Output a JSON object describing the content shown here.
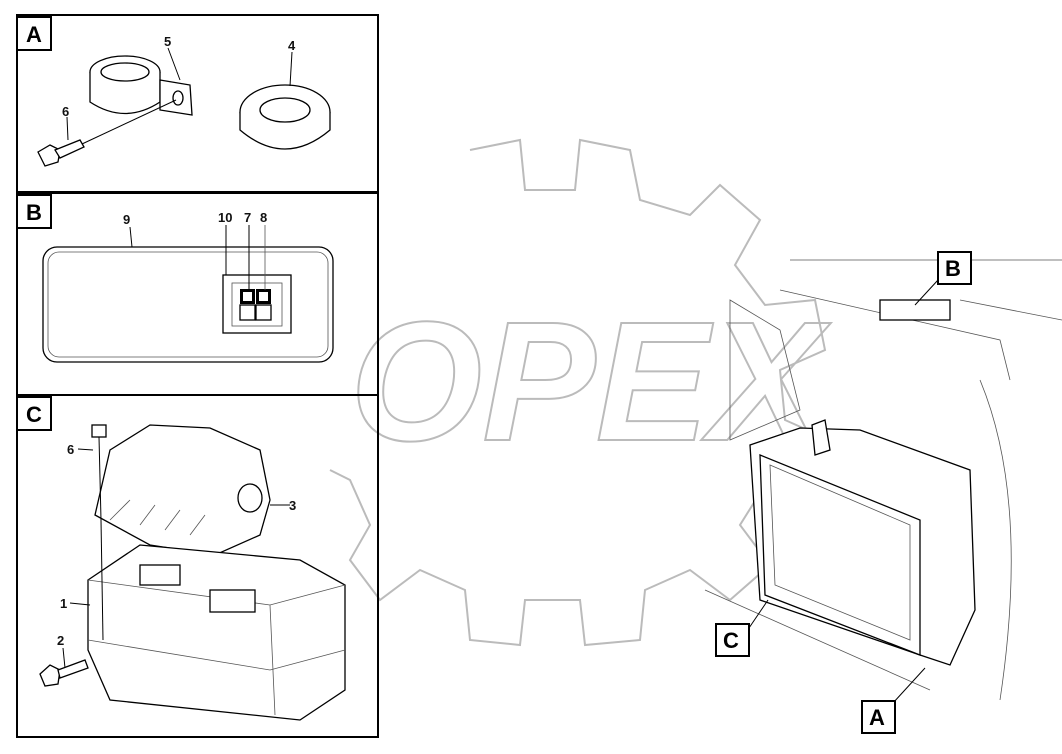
{
  "watermark": {
    "text": "OPEX",
    "color": "#bbbbbb"
  },
  "panels": [
    {
      "label": "A",
      "callouts": [
        "5",
        "4",
        "6"
      ]
    },
    {
      "label": "B",
      "callouts": [
        "9",
        "10",
        "7",
        "8"
      ]
    },
    {
      "label": "C",
      "callouts": [
        "6",
        "3",
        "1",
        "2"
      ]
    }
  ],
  "overview_callouts": [
    "B",
    "C",
    "A"
  ]
}
